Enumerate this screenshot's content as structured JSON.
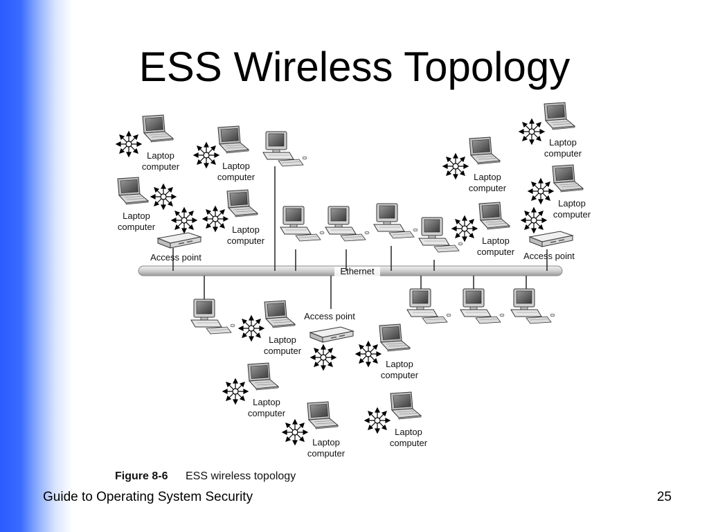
{
  "slide": {
    "title": "ESS Wireless Topology",
    "footer_left": "Guide to Operating System Security",
    "page_number": "25"
  },
  "diagram": {
    "backbone_label": "Ethernet",
    "laptop_label_line1": "Laptop",
    "laptop_label_line2": "computer",
    "access_point_label": "Access point",
    "figure_number": "Figure 8-6",
    "figure_caption": "ESS wireless topology"
  }
}
